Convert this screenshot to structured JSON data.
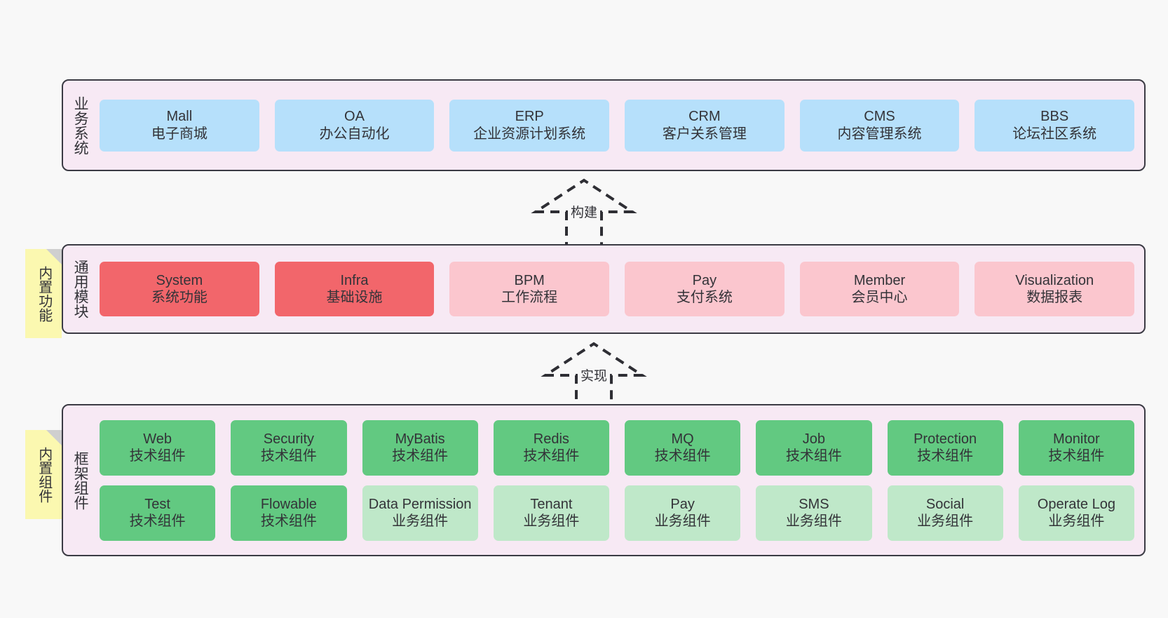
{
  "diagram": {
    "background": "#f8f8f8",
    "band_background": "#f7e9f4",
    "band_border": "#3b3b44",
    "sticky_color": "#fbf8b0",
    "colors": {
      "business": "#b6e0fb",
      "module_core": "#f2666b",
      "module_optional": "#fbc6ce",
      "tech_component": "#62c981",
      "biz_component": "#bfe8c9"
    }
  },
  "layers": [
    {
      "id": "business",
      "title": "业务系统",
      "rows": [
        [
          {
            "en": "Mall",
            "cn": "电子商城"
          },
          {
            "en": "OA",
            "cn": "办公自动化"
          },
          {
            "en": "ERP",
            "cn": "企业资源计划系统"
          },
          {
            "en": "CRM",
            "cn": "客户关系管理"
          },
          {
            "en": "CMS",
            "cn": "内容管理系统"
          },
          {
            "en": "BBS",
            "cn": "论坛社区系统"
          }
        ]
      ]
    },
    {
      "id": "common",
      "title": "通用模块",
      "sticky": "内置功能",
      "rows": [
        [
          {
            "en": "System",
            "cn": "系统功能",
            "variant": "c-red"
          },
          {
            "en": "Infra",
            "cn": "基础设施",
            "variant": "c-red"
          },
          {
            "en": "BPM",
            "cn": "工作流程",
            "variant": "c-pink"
          },
          {
            "en": "Pay",
            "cn": "支付系统",
            "variant": "c-pink"
          },
          {
            "en": "Member",
            "cn": "会员中心",
            "variant": "c-pink"
          },
          {
            "en": "Visualization",
            "cn": "数据报表",
            "variant": "c-pink"
          }
        ]
      ]
    },
    {
      "id": "framework",
      "title": "框架组件",
      "sticky": "内置组件",
      "rows": [
        [
          {
            "en": "Web",
            "cn": "技术组件",
            "variant": "c-green"
          },
          {
            "en": "Security",
            "cn": "技术组件",
            "variant": "c-green"
          },
          {
            "en": "MyBatis",
            "cn": "技术组件",
            "variant": "c-green"
          },
          {
            "en": "Redis",
            "cn": "技术组件",
            "variant": "c-green"
          },
          {
            "en": "MQ",
            "cn": "技术组件",
            "variant": "c-green"
          },
          {
            "en": "Job",
            "cn": "技术组件",
            "variant": "c-green"
          },
          {
            "en": "Protection",
            "cn": "技术组件",
            "variant": "c-green"
          },
          {
            "en": "Monitor",
            "cn": "技术组件",
            "variant": "c-green"
          }
        ],
        [
          {
            "en": "Test",
            "cn": "技术组件",
            "variant": "c-green"
          },
          {
            "en": "Flowable",
            "cn": "技术组件",
            "variant": "c-green"
          },
          {
            "en": "Data Permission",
            "cn": "业务组件",
            "variant": "c-lgreen"
          },
          {
            "en": "Tenant",
            "cn": "业务组件",
            "variant": "c-lgreen"
          },
          {
            "en": "Pay",
            "cn": "业务组件",
            "variant": "c-lgreen"
          },
          {
            "en": "SMS",
            "cn": "业务组件",
            "variant": "c-lgreen"
          },
          {
            "en": "Social",
            "cn": "业务组件",
            "variant": "c-lgreen"
          },
          {
            "en": "Operate Log",
            "cn": "业务组件",
            "variant": "c-lgreen"
          }
        ]
      ]
    }
  ],
  "connectors": [
    {
      "id": "build",
      "label": "构建"
    },
    {
      "id": "impl",
      "label": "实现"
    }
  ]
}
